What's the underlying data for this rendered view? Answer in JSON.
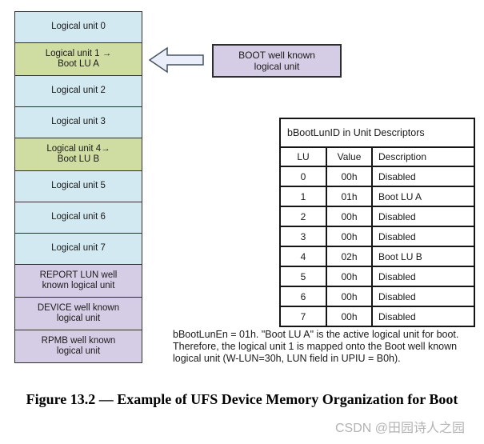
{
  "page": {
    "caption": "Figure 13.2 — Example of UFS Device Memory Organization for Boot",
    "watermark": "CSDN @田园诗人之园"
  },
  "colors": {
    "logical_unit_blue": "#d2e9f1",
    "boot_lu_green": "#cfdca2",
    "well_known_purple": "#d5cde5",
    "arrow_fill": "#e9eefa",
    "arrow_stroke": "#47525e",
    "box_border": "#2e2e2e",
    "table_border": "#151515",
    "text": "#1a1a1a",
    "watermark_gray": "#b3b3b3"
  },
  "stack": {
    "boxes": [
      {
        "kind": "blue",
        "lines": [
          "Logical unit 0"
        ]
      },
      {
        "kind": "green",
        "lines": [
          "Logical unit 1 →",
          "Boot LU A"
        ]
      },
      {
        "kind": "blue",
        "lines": [
          "Logical unit 2"
        ]
      },
      {
        "kind": "blue",
        "lines": [
          "Logical unit 3"
        ]
      },
      {
        "kind": "green",
        "lines": [
          "Logical unit 4→",
          "Boot LU B"
        ]
      },
      {
        "kind": "blue",
        "lines": [
          "Logical unit 5"
        ]
      },
      {
        "kind": "blue",
        "lines": [
          "Logical unit 6"
        ]
      },
      {
        "kind": "blue",
        "lines": [
          "Logical unit 7"
        ]
      },
      {
        "kind": "purple",
        "lines": [
          "REPORT LUN well",
          "known logical unit"
        ]
      },
      {
        "kind": "purple",
        "lines": [
          "DEVICE well known",
          "logical unit"
        ]
      },
      {
        "kind": "purple",
        "lines": [
          "RPMB well known",
          "logical unit"
        ]
      }
    ]
  },
  "callout": {
    "lines": [
      "BOOT well known",
      "logical unit"
    ]
  },
  "table": {
    "title": "bBootLunID in Unit Descriptors",
    "headers": [
      "LU",
      "Value",
      "Description"
    ],
    "rows": [
      [
        "0",
        "00h",
        "Disabled"
      ],
      [
        "1",
        "01h",
        "Boot LU A"
      ],
      [
        "2",
        "00h",
        "Disabled"
      ],
      [
        "3",
        "00h",
        "Disabled"
      ],
      [
        "4",
        "02h",
        "Boot LU B"
      ],
      [
        "5",
        "00h",
        "Disabled"
      ],
      [
        "6",
        "00h",
        "Disabled"
      ],
      [
        "7",
        "00h",
        "Disabled"
      ]
    ]
  },
  "note": {
    "lines": [
      "bBootLunEn = 01h. \"Boot LU A\" is the active logical unit for boot.",
      "Therefore, the logical unit 1 is mapped onto the Boot well known",
      "logical unit (W-LUN=30h, LUN field in UPIU = B0h)."
    ]
  }
}
